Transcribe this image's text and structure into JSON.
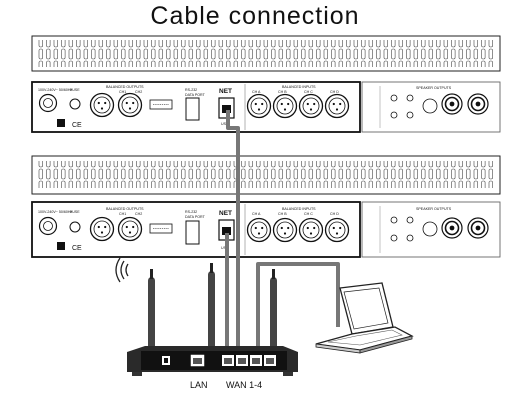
{
  "title": "Cable connection",
  "units": [
    {
      "power_label": "100V-240V~ 50/60Hz",
      "fuse_label": "FUSE",
      "balanced_outputs_label": "BALANCED OUTPUTS",
      "balanced_inputs_label": "BALANCED INPUTS",
      "rs_label": "RS-232",
      "data_port_label": "DATA PORT",
      "net_label": "NET",
      "usb_label": "USB",
      "speaker_outputs_label": "SPEAKER OUTPUTS",
      "output_channels": [
        "CH1",
        "CH2"
      ],
      "input_channels": [
        "CH A",
        "CH B",
        "CH C",
        "CH D"
      ]
    },
    {
      "power_label": "100V-240V~ 50/60Hz",
      "fuse_label": "FUSE",
      "balanced_outputs_label": "BALANCED OUTPUTS",
      "balanced_inputs_label": "BALANCED INPUTS",
      "rs_label": "RS-232",
      "data_port_label": "DATA PORT",
      "net_label": "NET",
      "usb_label": "USB",
      "speaker_outputs_label": "SPEAKER OUTPUTS",
      "output_channels": [
        "CH1",
        "CH2"
      ],
      "input_channels": [
        "CH A",
        "CH B",
        "CH C",
        "CH D"
      ]
    }
  ],
  "router": {
    "lan_label": "LAN",
    "wan_label": "WAN 1-4"
  }
}
